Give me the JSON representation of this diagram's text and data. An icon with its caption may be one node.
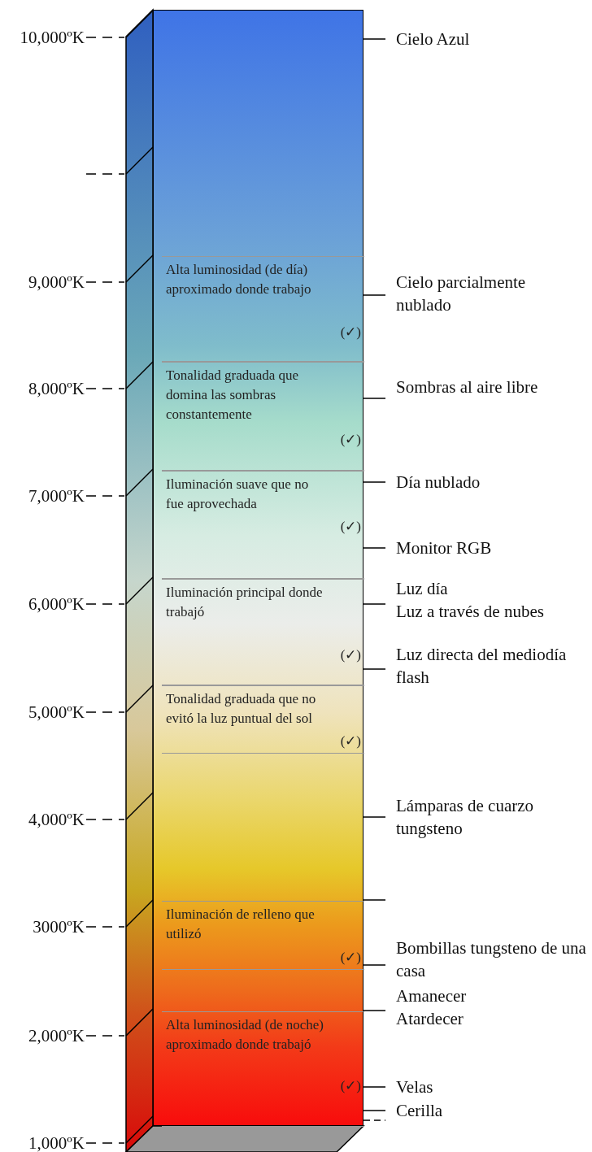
{
  "diagram": {
    "nodes": [
      {
        "text": [],
        "shape": "bar"
      },
      {
        "text": [
          "Alta luminosidad (de día) aproximado donde trabajo",
          "(✓)"
        ],
        "in": 0
      },
      {
        "text": [
          "Tonalidad graduada que domina las sombras constantemente",
          "(✓)"
        ],
        "in": 0
      },
      {
        "text": [
          "Iluminación suave que no fue aprovechada",
          "(✓)"
        ],
        "in": 0
      },
      {
        "text": [
          "Iluminación principal donde trabajó",
          "(✓)"
        ],
        "in": 0
      },
      {
        "text": [
          "Tonalidad graduada que no evitó la luz puntual del sol",
          "(✓)"
        ],
        "in": 0
      },
      {
        "text": [
          "Iluminación de relleno que utilizó",
          "(✓)"
        ],
        "in": 0
      },
      {
        "text": [
          "Alta luminosidad (de noche) aproximado donde trabajó",
          "(✓)"
        ],
        "in": 0
      }
    ],
    "edges": [],
    "labels": [
      "10,000ºK",
      "9,000ºK",
      "8,000ºK",
      "7,000ºK",
      "6,000ºK",
      "5,000ºK",
      "4,000ºK",
      "3000ºK",
      "2,000ºK",
      "1,000ºK",
      "Cielo Azul",
      "Cielo parcialmente nublado",
      "Sombras al aire libre",
      "Día nublado",
      "Monitor RGB",
      "Luz día",
      "Luz a través de nubes",
      "Luz directa del mediodía flash",
      "Lámparas de cuarzo tungsteno",
      "Bombillas tungsteno de una casa",
      "Amanecer",
      "Atardecer",
      "Velas",
      "Cerilla"
    ]
  }
}
